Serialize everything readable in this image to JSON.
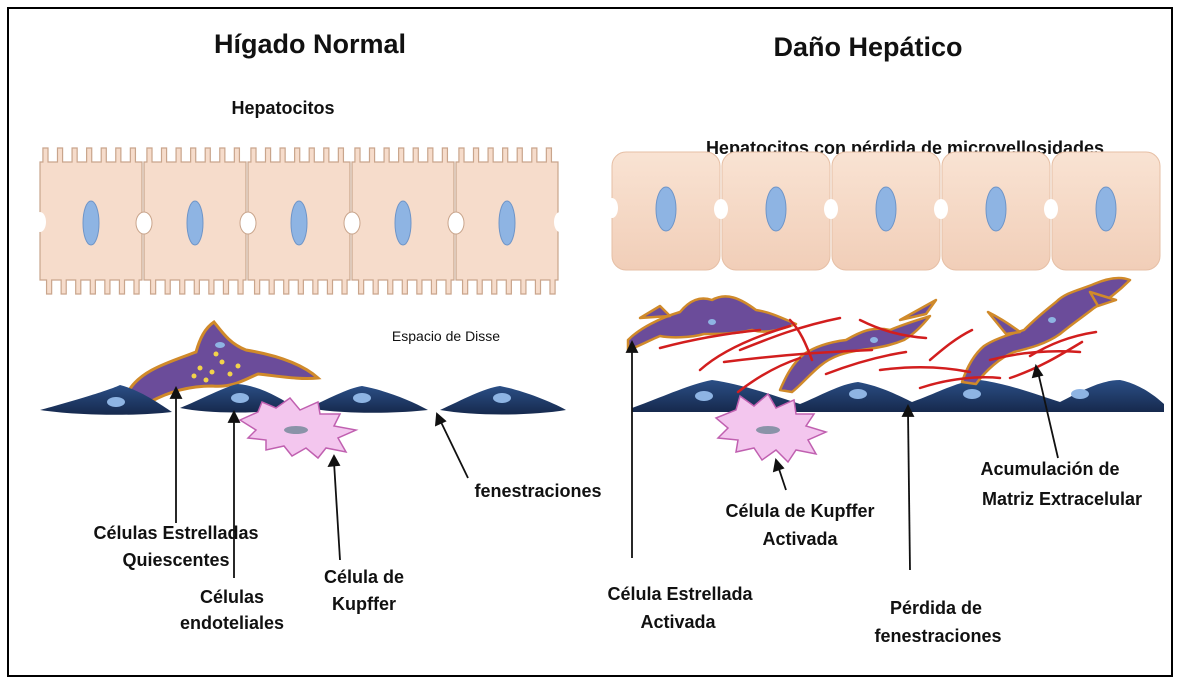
{
  "titles": {
    "normal": "Hígado Normal",
    "damage": "Daño Hepático"
  },
  "subtitles": {
    "normal": "Hepatocitos",
    "damage": "Hepatocitos con pérdida de microvellosidades"
  },
  "labels": {
    "disse": "Espacio de Disse",
    "stellate_quiescent": [
      "Células Estrelladas",
      "Quiescentes"
    ],
    "endothelial": [
      "Células",
      "endoteliales"
    ],
    "kupffer": [
      "Célula de",
      "Kupffer"
    ],
    "fenestrations": "fenestraciones",
    "stellate_activated": [
      "Célula Estrellada",
      "Activada"
    ],
    "kupffer_activated": [
      "Célula de Kupffer",
      "Activada"
    ],
    "loss_fenestrations": [
      "Pérdida de",
      "fenestraciones"
    ],
    "ecm_accumulation": [
      "Acumulación de",
      "Matriz Extracelular"
    ]
  },
  "colors": {
    "hepatocyte_fill": "#f6dccb",
    "hepatocyte_stroke": "#c9a58c",
    "nucleus": "#8eb4e3",
    "endothelial": "#1f3a68",
    "kupffer": "#f3c6ee",
    "stellate": "#6b4c9a",
    "stellate_outline": "#d08a2a",
    "collagen": "#d21e1e"
  }
}
